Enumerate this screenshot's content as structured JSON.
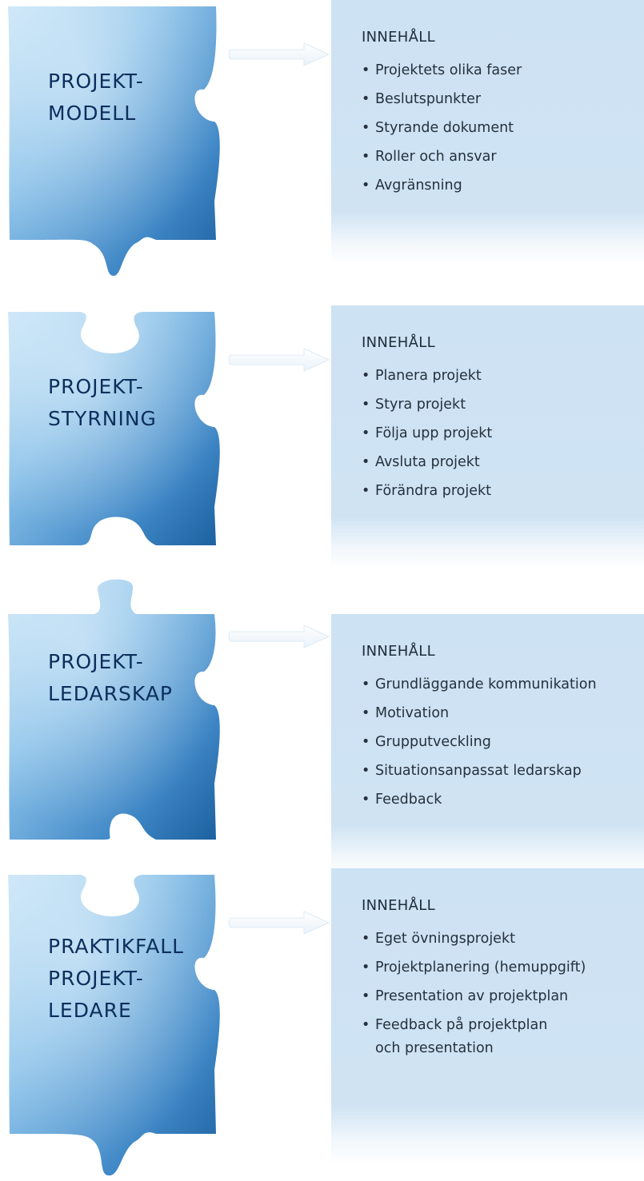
{
  "sections": [
    {
      "title_lines": [
        "PROJEKT-",
        "MODELL"
      ],
      "heading": "INNEHÅLL",
      "items": [
        "Projektets olika faser",
        "Beslutspunkter",
        "Styrande dokument",
        "Roller och ansvar",
        "Avgränsning"
      ]
    },
    {
      "title_lines": [
        "PROJEKT-",
        "STYRNING"
      ],
      "heading": "INNEHÅLL",
      "items": [
        "Planera projekt",
        "Styra projekt",
        "Följa upp projekt",
        "Avsluta projekt",
        "Förändra projekt"
      ]
    },
    {
      "title_lines": [
        "PROJEKT-",
        "LEDARSKAP"
      ],
      "heading": "INNEHÅLL",
      "items": [
        "Grundläggande kommunikation",
        "Motivation",
        "Grupputveckling",
        "Situationsanpassat ledarskap",
        "Feedback"
      ]
    },
    {
      "title_lines": [
        "PRAKTIKFALL",
        "PROJEKT-",
        "LEDARE"
      ],
      "heading": "INNEHÅLL",
      "items": [
        "Eget övningsprojekt",
        "Projektplanering (hemuppgift)",
        "Presentation av projektplan",
        "Feedback på projektplan",
        "och presentation"
      ]
    }
  ],
  "bullet_char": "•",
  "colors": {
    "piece_light": "#a9d3f2",
    "piece_mid": "#5b9fd4",
    "piece_dark": "#1f6cae",
    "title_text": "#0c2f5c",
    "panel_bg": "#cde2f3",
    "arrow": "#ffffff"
  },
  "icons": [
    "puzzle-piece-icon",
    "arrow-right-icon"
  ]
}
